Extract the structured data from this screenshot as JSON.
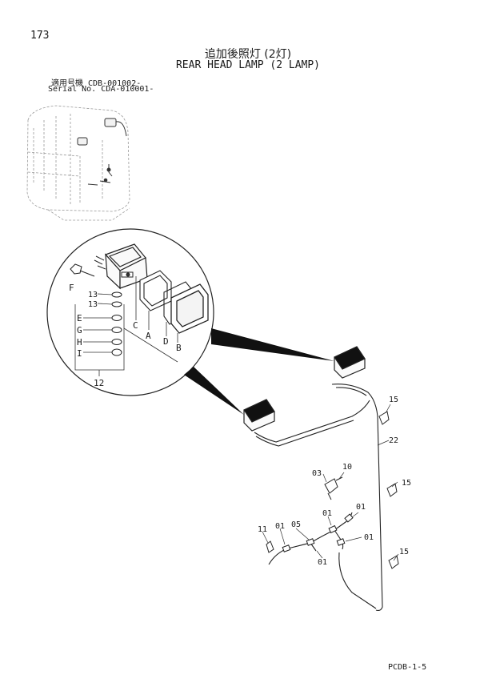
{
  "page": {
    "number": "173",
    "title_jp": "追加後照灯 (2灯)",
    "title_en": "REAR HEAD LAMP (2 LAMP)",
    "serial_jp": "適用号機 CDB-001002-",
    "serial_no": "Serial No. CDA-010001-",
    "footer_code": "PCDB-1-5"
  },
  "callouts": {
    "detail": {
      "f": "F",
      "n13a": "13",
      "n13b": "13",
      "e": "E",
      "g": "G",
      "h": "H",
      "i": "I",
      "c": "C",
      "a": "A",
      "d": "D",
      "b": "B",
      "n12": "12"
    },
    "main": {
      "n15a": "15",
      "n22": "22",
      "n03": "03",
      "n10": "10",
      "n15b": "15",
      "n01a": "01",
      "n01b": "01",
      "n11": "11",
      "n01c": "01",
      "n05": "05",
      "n01d": "01",
      "n01e": "01",
      "n15c": "15"
    }
  }
}
